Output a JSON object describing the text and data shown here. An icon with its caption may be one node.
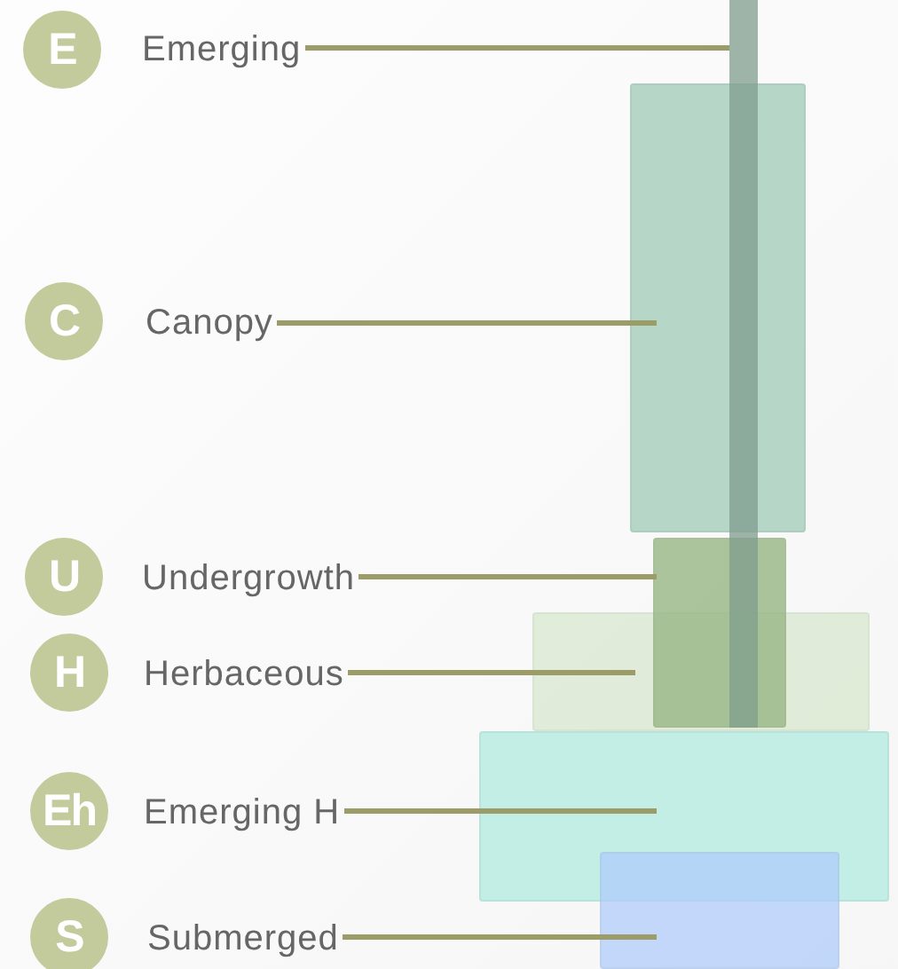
{
  "diagram": {
    "nodes": [
      {
        "text": [
          "E"
        ]
      },
      {
        "text": [
          "Emerging"
        ]
      },
      {
        "text": [],
        "shape": "bar"
      },
      {
        "text": [
          "C"
        ]
      },
      {
        "text": [
          "Canopy"
        ]
      },
      {
        "text": [],
        "shape": "box"
      },
      {
        "text": [
          "U"
        ]
      },
      {
        "text": [
          "Undergrowth"
        ]
      },
      {
        "text": [],
        "shape": "box"
      },
      {
        "text": [
          "H"
        ]
      },
      {
        "text": [
          "Herbaceous"
        ]
      },
      {
        "text": [],
        "shape": "box"
      },
      {
        "text": [
          "Eh"
        ]
      },
      {
        "text": [
          "Emerging H"
        ]
      },
      {
        "text": [],
        "shape": "box"
      },
      {
        "text": [
          "S"
        ]
      },
      {
        "text": [
          "Submerged"
        ]
      },
      {
        "text": [],
        "shape": "box"
      }
    ],
    "edges": [
      {
        "from": 1,
        "to": 2,
        "arrow": "none"
      },
      {
        "from": 4,
        "to": 5,
        "arrow": "none"
      },
      {
        "from": 7,
        "to": 8,
        "arrow": "none"
      },
      {
        "from": 10,
        "to": 11,
        "arrow": "none"
      },
      {
        "from": 13,
        "to": 14,
        "arrow": "none"
      },
      {
        "from": 16,
        "to": 17,
        "arrow": "none"
      }
    ]
  }
}
